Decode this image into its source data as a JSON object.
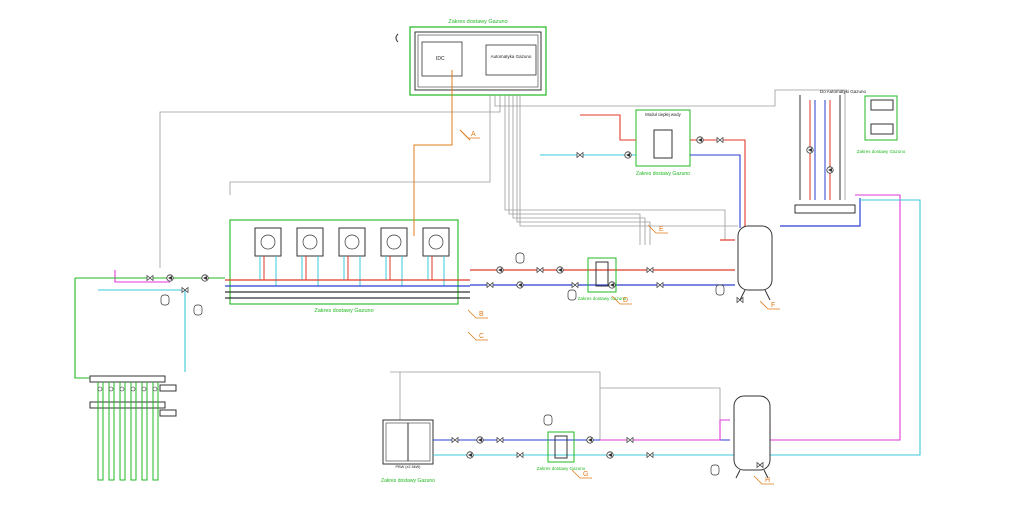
{
  "scope_label": "Zakres dostawy Gazuno",
  "automation_label": "Automatyka Gazuno",
  "automation_link_label": "Do Automatyki Gazuno",
  "hot_water_module_label": "Moduł ciepłej wody",
  "heat_pump_label": "PBW (x2.5kW)",
  "markers": [
    "A",
    "B",
    "C",
    "D",
    "E",
    "F",
    "G",
    "H"
  ],
  "colors": {
    "scope_outline": "#21b821",
    "supply": "#e23a2a",
    "return": "#2a3fd1",
    "glycol": "#3cc8d8",
    "dhw": "#e23ad8",
    "control": "#e07b1a",
    "signal": "#9a9a9a",
    "brine": "#21b821"
  },
  "icons": [
    "boiler-icon",
    "pump-icon",
    "valve-icon",
    "tank-icon",
    "heat-exchanger-icon",
    "expansion-vessel-icon",
    "manometer-icon"
  ]
}
